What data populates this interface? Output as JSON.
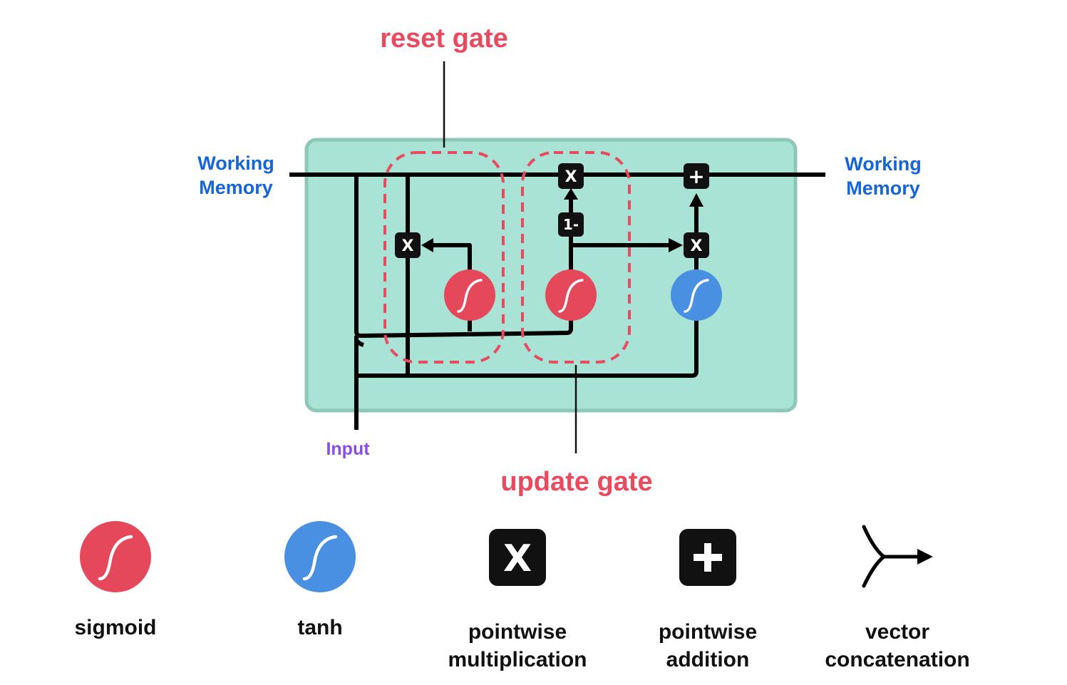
{
  "labels": {
    "reset_gate": "reset gate",
    "update_gate": "update gate",
    "working_memory_left": [
      "Working",
      "Memory"
    ],
    "working_memory_right": [
      "Working",
      "Memory"
    ],
    "input": "Input"
  },
  "operators": {
    "multiply": "X",
    "add": "+",
    "one_minus": "1-"
  },
  "legend": [
    {
      "icon": "sigmoid-icon",
      "lines": [
        "sigmoid"
      ]
    },
    {
      "icon": "tanh-icon",
      "lines": [
        "tanh"
      ]
    },
    {
      "icon": "pointwise-multiplication-icon",
      "lines": [
        "pointwise",
        "multiplication"
      ]
    },
    {
      "icon": "pointwise-addition-icon",
      "lines": [
        "pointwise",
        "addition"
      ]
    },
    {
      "icon": "vector-concatenation-icon",
      "lines": [
        "vector",
        "concatenation"
      ]
    }
  ],
  "colors": {
    "cell_fill": "#a8e3d5",
    "cell_border": "#8ec7b5",
    "sigmoid": "#e5485a",
    "tanh": "#4a90e2",
    "gate_label": "#e84a5f",
    "working_memory": "#1565d8",
    "input": "#8a4de6",
    "operator_box": "#111111"
  }
}
